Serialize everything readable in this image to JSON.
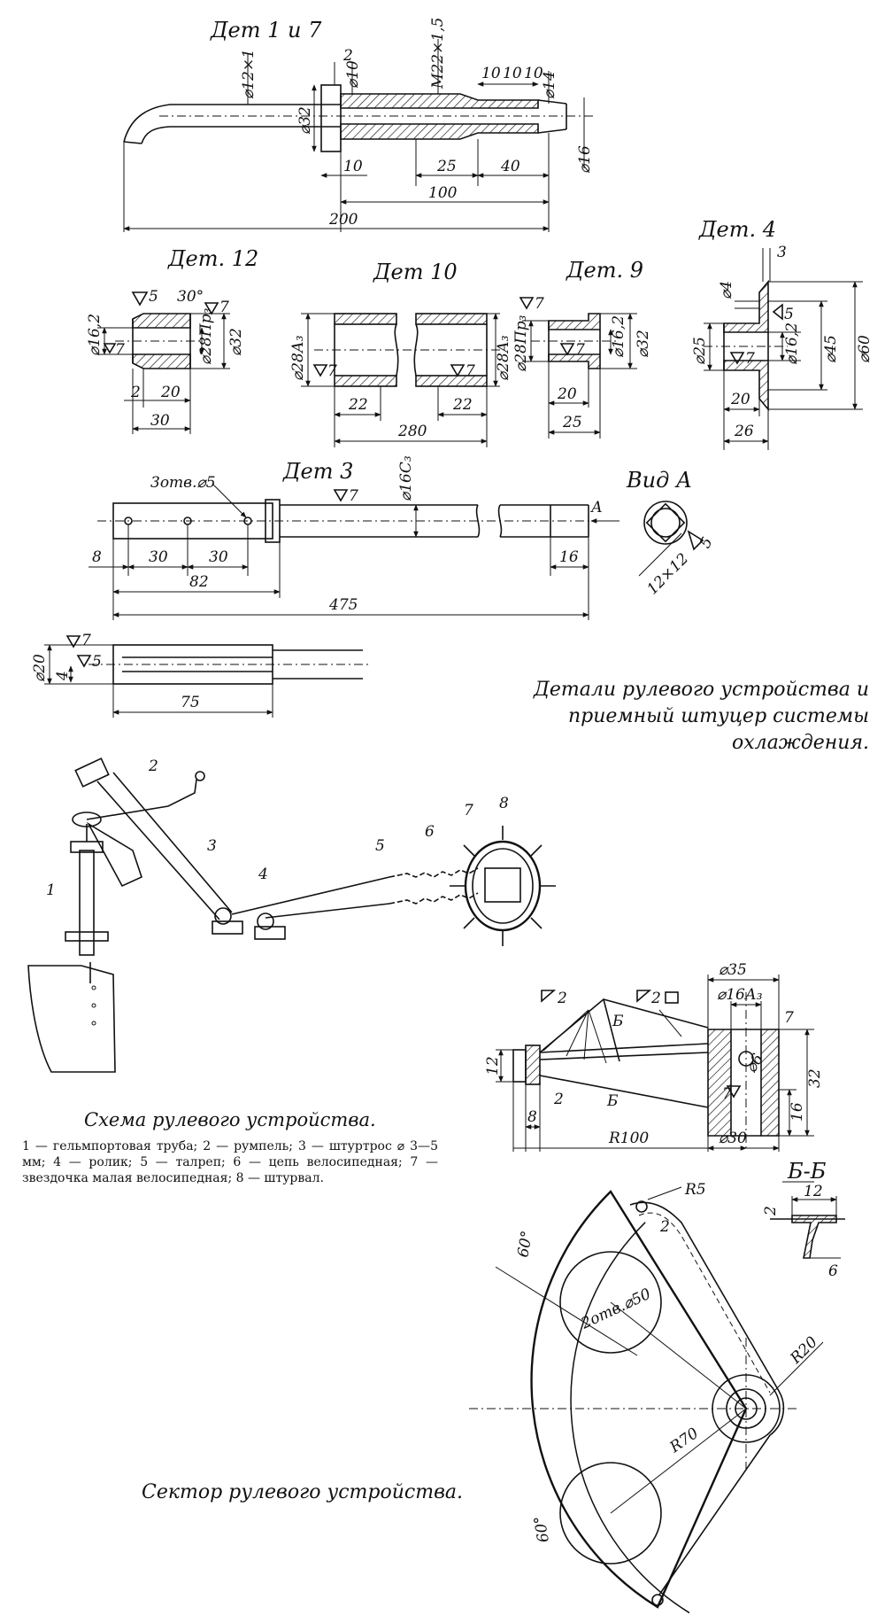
{
  "titles": {
    "det_1_7": "Дет 1 и 7",
    "det_12": "Дет. 12",
    "det_10": "Дет 10",
    "det_9": "Дет. 9",
    "det_4": "Дет. 4",
    "det_3": "Дет 3",
    "vid_a": "Вид А",
    "section_bb": "Б-Б"
  },
  "captions": {
    "main": "Детали рулевого устройства и приемный штуцер системы охлаждения.",
    "scheme": "Схема рулевого устройства.",
    "sector": "Сектор рулевого устройства."
  },
  "legend": "1 — гельмпортовая труба; 2 — румпель; 3 — штуртрос ⌀ 3—5 мм; 4 — ролик; 5 — талреп; 6 — цепь велосипедная; 7 — звездочка малая велосипедная; 8 — штурвал.",
  "scheme_numbers": [
    "1",
    "2",
    "3",
    "4",
    "5",
    "6",
    "7",
    "8"
  ],
  "dims": {
    "det17": {
      "d12x1": "⌀12×1",
      "d32": "⌀32",
      "d10": "⌀10",
      "m22": "М22×1,5",
      "two": "2",
      "t10a": "10",
      "t10b": "10",
      "t10c": "10",
      "d14": "⌀14",
      "d16": "⌀16",
      "b10": "10",
      "b25": "25",
      "b40": "40",
      "b100": "100",
      "b200": "200"
    },
    "det12": {
      "five": "5",
      "angle": "30°",
      "seven": "7",
      "d162": "⌀16,2",
      "d28": "⌀28Пр₃",
      "d32": "⌀32",
      "two": "2",
      "twenty": "20",
      "thirty": "30",
      "seven2": "7"
    },
    "det10": {
      "d28a": "⌀28А₃",
      "d28b": "⌀28А₃",
      "seven_a": "7",
      "seven_b": "7",
      "l22a": "22",
      "l22b": "22",
      "l280": "280"
    },
    "det9": {
      "seven": "7",
      "d28": "⌀28Пр₃",
      "seven2": "7",
      "d162": "⌀16,2",
      "d32": "⌀32",
      "l20": "20",
      "l25": "25"
    },
    "det4": {
      "three": "3",
      "d4": "⌀4",
      "five": "5",
      "d25": "⌀25",
      "d162": "⌀16,2",
      "d45": "⌀45",
      "d60": "⌀60",
      "seven": "7",
      "l20": "20",
      "l26": "26"
    },
    "det3": {
      "holes": "3отв.⌀5",
      "seven": "7",
      "d16": "⌀16С₃",
      "a": "А",
      "l8": "8",
      "l30a": "30",
      "l30b": "30",
      "l16": "16",
      "l82": "82",
      "l475": "475",
      "sq": "12×12",
      "five": "5",
      "seven_b": "7",
      "five_b": "5",
      "d20": "⌀20",
      "four": "4",
      "l75": "75"
    },
    "fitting": {
      "d2a": "2",
      "d2b": "2",
      "d35": "⌀35",
      "d16a": "⌀16А₃",
      "b1": "Б",
      "b2": "Б",
      "seven": "7",
      "d6": "⌀6",
      "d12": "12",
      "d32": "32",
      "d16": "16",
      "two": "2",
      "seven2": "7",
      "l8": "8",
      "d30": "⌀30",
      "r100": "R100"
    },
    "sector": {
      "r5": "R5",
      "two": "2",
      "a60a": "60°",
      "holes": "2отв.⌀50",
      "r20": "R20",
      "r70": "R70",
      "a60b": "60°",
      "bb12": "12",
      "bb2": "2",
      "bb6": "6"
    }
  }
}
